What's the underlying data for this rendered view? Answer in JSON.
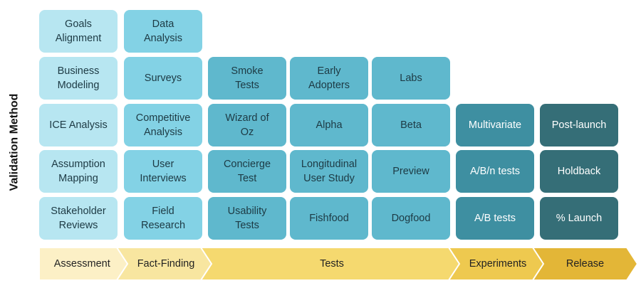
{
  "y_axis_label": "Validation Method",
  "colors": {
    "assessment": "#b7e6f1",
    "fact_finding": "#83d2e5",
    "tests": "#5fb8cd",
    "experiments": "#3e8fa1",
    "release": "#356e77",
    "dark_text": "#1d3a44",
    "light_text": "#ffffff",
    "stage_assessment": "#fcf0c6",
    "stage_fact_finding": "#f8e6a0",
    "stage_tests": "#f5d96f",
    "stage_experiments": "#eec94f",
    "stage_release": "#e3b637"
  },
  "columns": [
    {
      "key": "assessment",
      "methods": [
        "Goals\nAlignment",
        "Business\nModeling",
        "ICE Analysis",
        "Assumption\nMapping",
        "Stakeholder\nReviews"
      ]
    },
    {
      "key": "fact_finding",
      "methods": [
        "Data\nAnalysis",
        "Surveys",
        "Competitive\nAnalysis",
        "User\nInterviews",
        "Field\nResearch"
      ]
    },
    {
      "key": "tests",
      "methods": [
        "",
        "Smoke\nTests",
        "Wizard of\nOz",
        "Concierge\nTest",
        "Usability\nTests"
      ]
    },
    {
      "key": "tests",
      "methods": [
        "",
        "Early\nAdopters",
        "Alpha",
        "Longitudinal\nUser Study",
        "Fishfood"
      ]
    },
    {
      "key": "tests",
      "methods": [
        "",
        "Labs",
        "Beta",
        "Preview",
        "Dogfood"
      ]
    },
    {
      "key": "experiments",
      "methods": [
        "",
        "",
        "Multivariate",
        "A/B/n tests",
        "A/B tests"
      ]
    },
    {
      "key": "release",
      "methods": [
        "",
        "",
        "Post-launch",
        "Holdback",
        "% Launch"
      ]
    }
  ],
  "stages": [
    {
      "key": "assessment",
      "label": "Assessment",
      "first_col": 0,
      "last_col": 0
    },
    {
      "key": "fact_finding",
      "label": "Fact-Finding",
      "first_col": 1,
      "last_col": 1
    },
    {
      "key": "tests",
      "label": "Tests",
      "first_col": 2,
      "last_col": 4
    },
    {
      "key": "experiments",
      "label": "Experiments",
      "first_col": 5,
      "last_col": 5
    },
    {
      "key": "release",
      "label": "Release",
      "first_col": 6,
      "last_col": 6
    }
  ]
}
